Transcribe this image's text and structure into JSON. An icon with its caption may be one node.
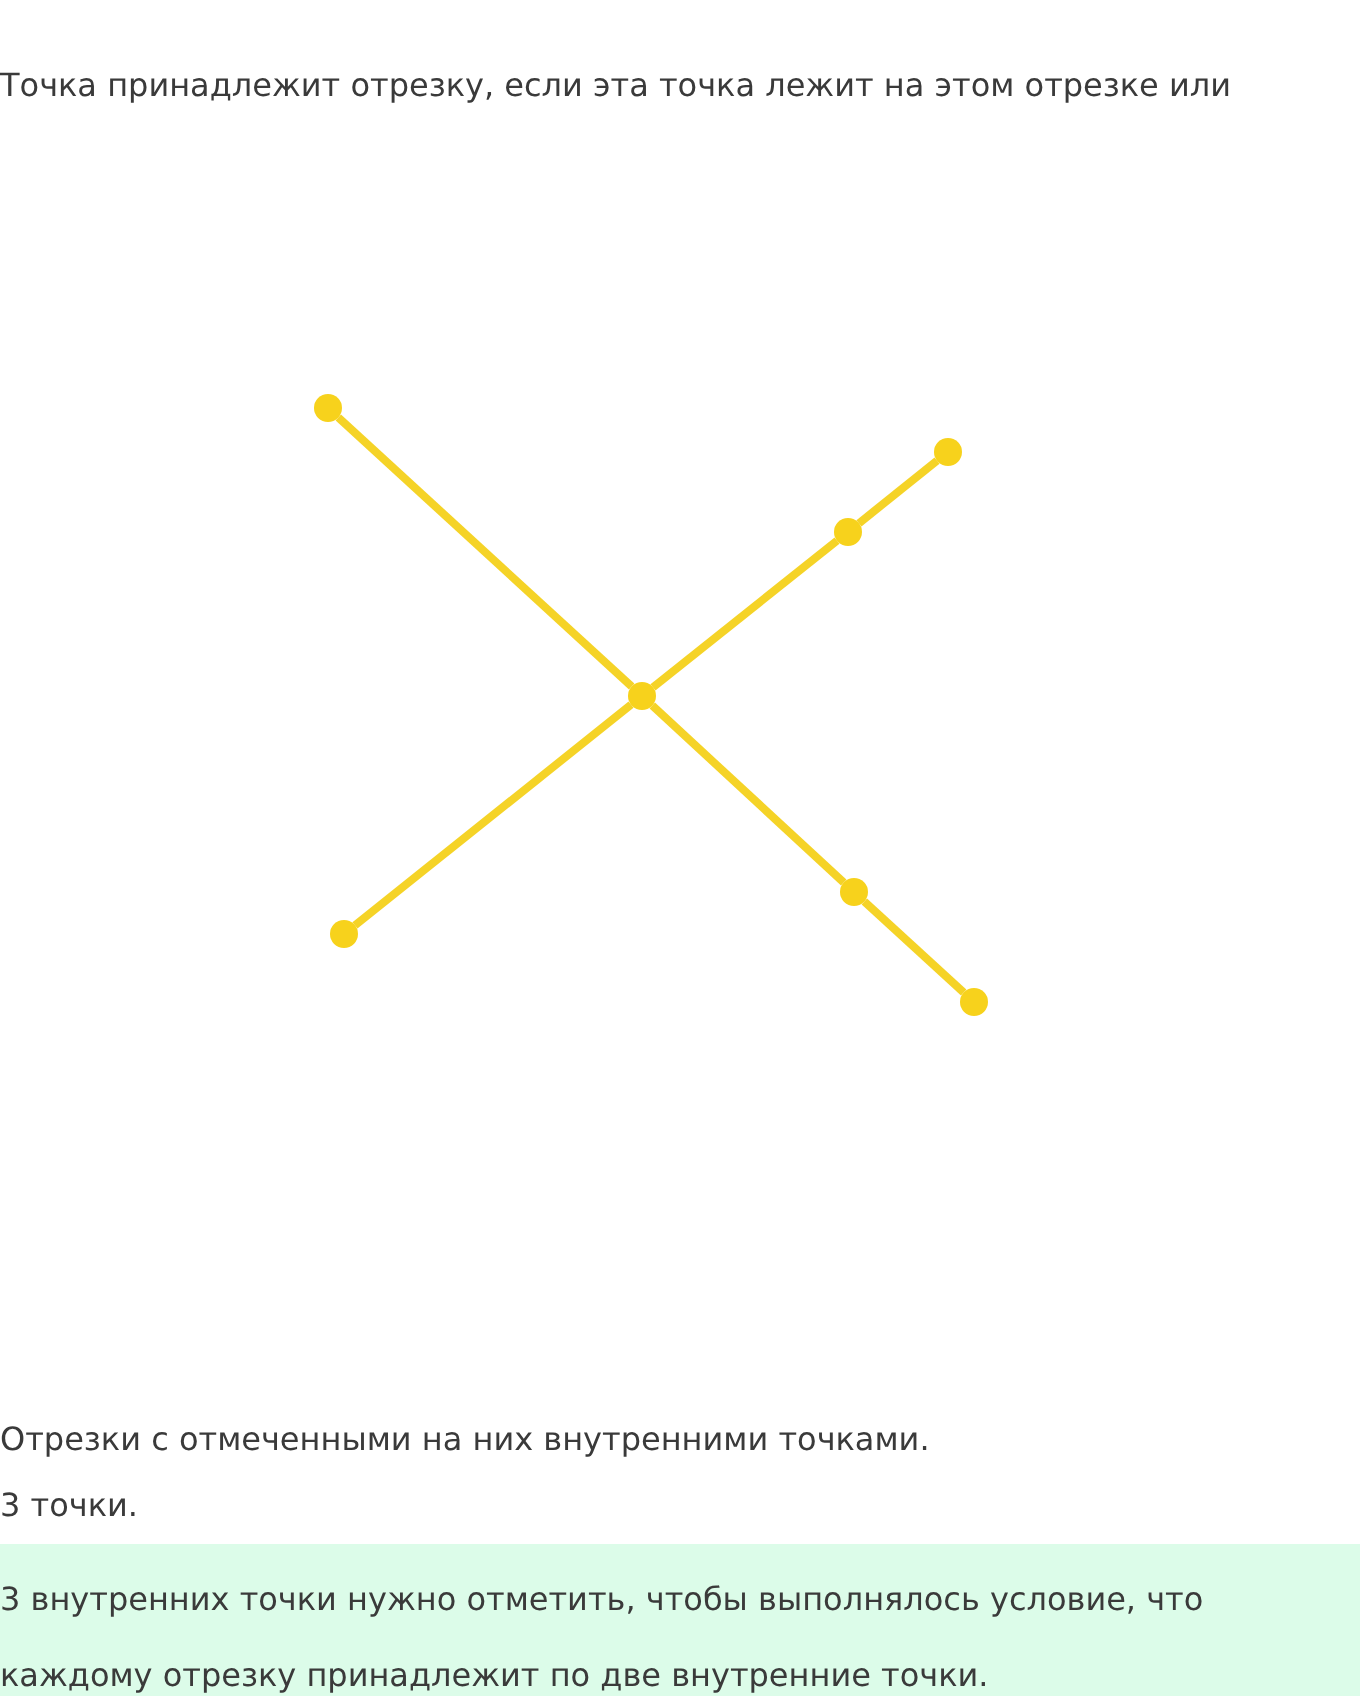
{
  "diagram": {
    "nodes": [
      {
        "text": [],
        "shape": "circle"
      },
      {
        "text": [],
        "shape": "circle"
      },
      {
        "text": [],
        "shape": "circle"
      },
      {
        "text": [],
        "shape": "circle"
      },
      {
        "text": [],
        "shape": "circle"
      },
      {
        "text": [],
        "shape": "circle"
      },
      {
        "text": [],
        "shape": "circle"
      }
    ],
    "edges": [
      {
        "from": 0,
        "to": 3,
        "arrow": "none"
      },
      {
        "from": 3,
        "to": 4,
        "arrow": "none"
      },
      {
        "from": 4,
        "to": 6,
        "arrow": "none"
      },
      {
        "from": 5,
        "to": 3,
        "arrow": "none"
      },
      {
        "from": 3,
        "to": 2,
        "arrow": "none"
      },
      {
        "from": 2,
        "to": 1,
        "arrow": "none"
      }
    ],
    "labels": [
      "Точка принадлежит отрезку, если эта точка лежит на этом отрезке или",
      "Отрезки с отмеченными на них внутренними точками.",
      "3 точки.",
      "3 внутренних точки нужно отметить, чтобы выполнялось условие, что каждому отрезку принадлежит по две внутренние точки."
    ]
  }
}
